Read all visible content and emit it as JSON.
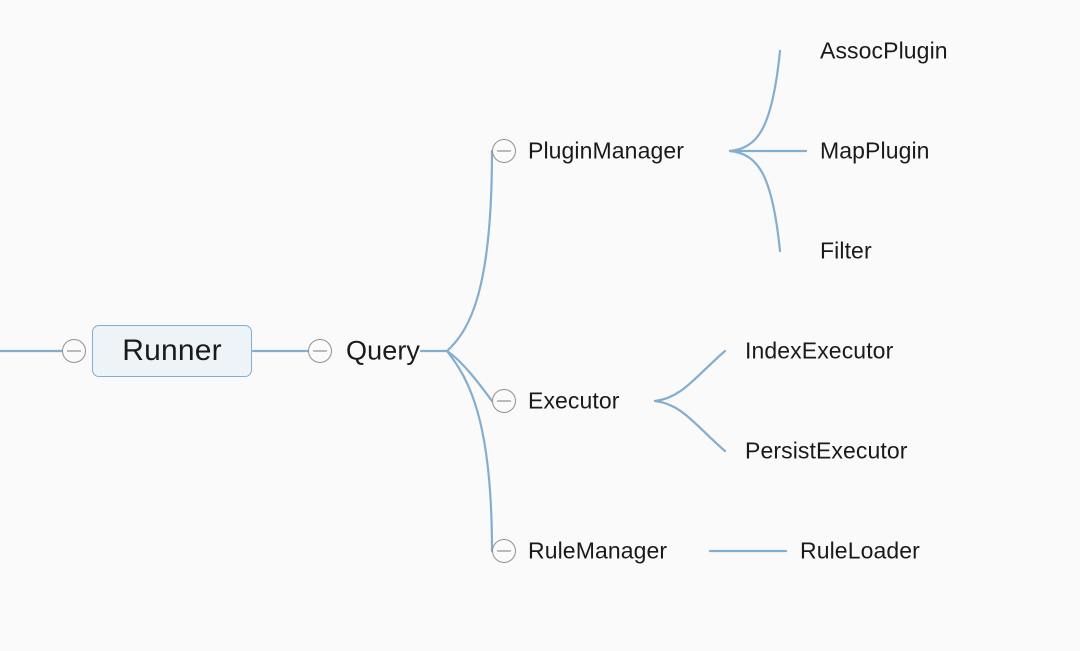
{
  "diagram": {
    "type": "mindmap",
    "title": "Runner",
    "background_color": "#fafafa",
    "edge_color": "#84aed0",
    "text_color": "#1a1a1a",
    "box_fill_color": "#eef3f8",
    "box_border_color": "#84aed0",
    "toggle_color": "#909090"
  },
  "root": {
    "label": "Runner",
    "toggle_icon": "collapse-minus-icon"
  },
  "level1": {
    "label": "Query",
    "toggle_icon": "collapse-minus-icon"
  },
  "branches": [
    {
      "label": "PluginManager",
      "toggle_icon": "collapse-minus-icon",
      "children": [
        {
          "label": "AssocPlugin"
        },
        {
          "label": "MapPlugin"
        },
        {
          "label": "Filter"
        }
      ]
    },
    {
      "label": "Executor",
      "toggle_icon": "collapse-minus-icon",
      "children": [
        {
          "label": "IndexExecutor"
        },
        {
          "label": "PersistExecutor"
        }
      ]
    },
    {
      "label": "RuleManager",
      "toggle_icon": "collapse-minus-icon",
      "children": [
        {
          "label": "RuleLoader"
        }
      ]
    }
  ]
}
